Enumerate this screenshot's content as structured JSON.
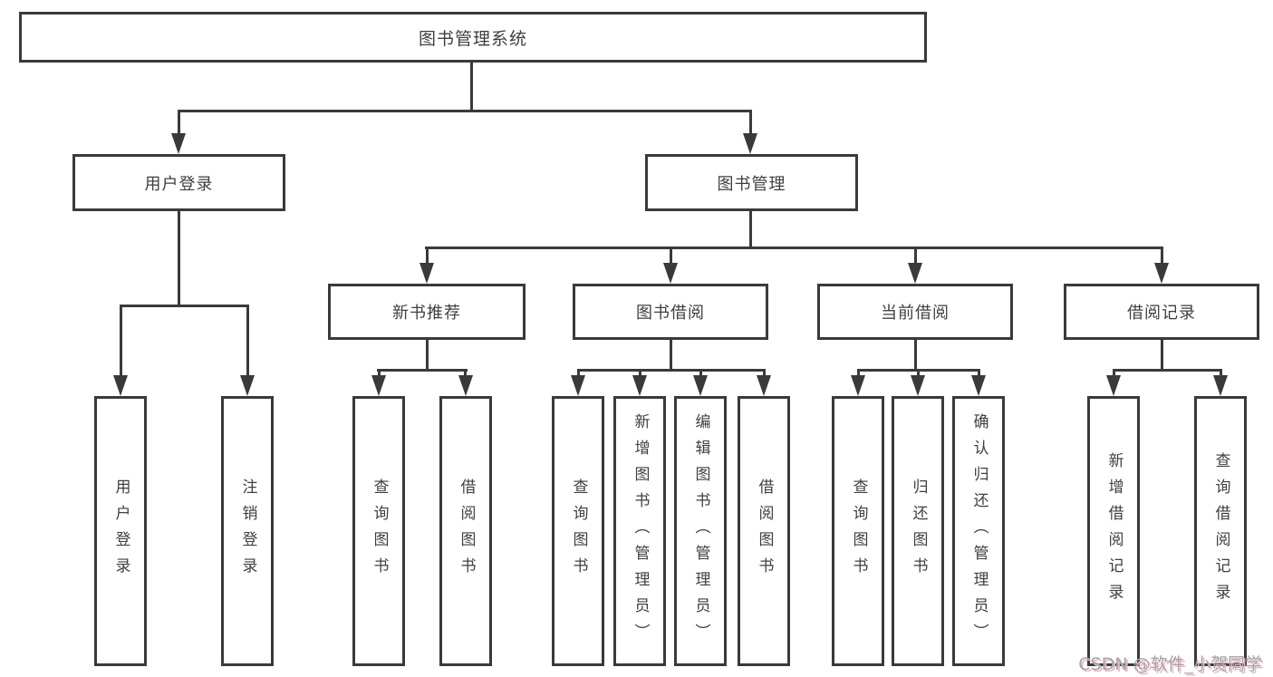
{
  "diagram": {
    "root": {
      "label": "图书管理系统"
    },
    "level2": [
      {
        "id": "user-login",
        "label": "用户登录"
      },
      {
        "id": "book-management",
        "label": "图书管理"
      }
    ],
    "level3": [
      {
        "id": "new-book-recommend",
        "label": "新书推荐"
      },
      {
        "id": "book-borrow",
        "label": "图书借阅"
      },
      {
        "id": "current-borrow",
        "label": "当前借阅"
      },
      {
        "id": "borrow-record",
        "label": "借阅记录"
      }
    ],
    "leaves": {
      "user_login": [
        "用户登录",
        "注销登录"
      ],
      "new_book_recommend": [
        "查询图书",
        "借阅图书"
      ],
      "book_borrow": [
        "查询图书",
        "新增图书（管理员）",
        "编辑图书（管理员）",
        "借阅图书"
      ],
      "current_borrow": [
        "查询图书",
        "归还图书",
        "确认归还（管理员）"
      ],
      "borrow_record": [
        "新增借阅记录",
        "查询借阅记录"
      ]
    }
  },
  "watermark": {
    "text": "CSDN @软件_小贺同学"
  },
  "colors": {
    "line": "#3a3a3a",
    "text": "#3f3f3f",
    "background": "#ffffff",
    "watermark": "#a6a6a6",
    "watermark_shadow": "#eab6c6"
  }
}
